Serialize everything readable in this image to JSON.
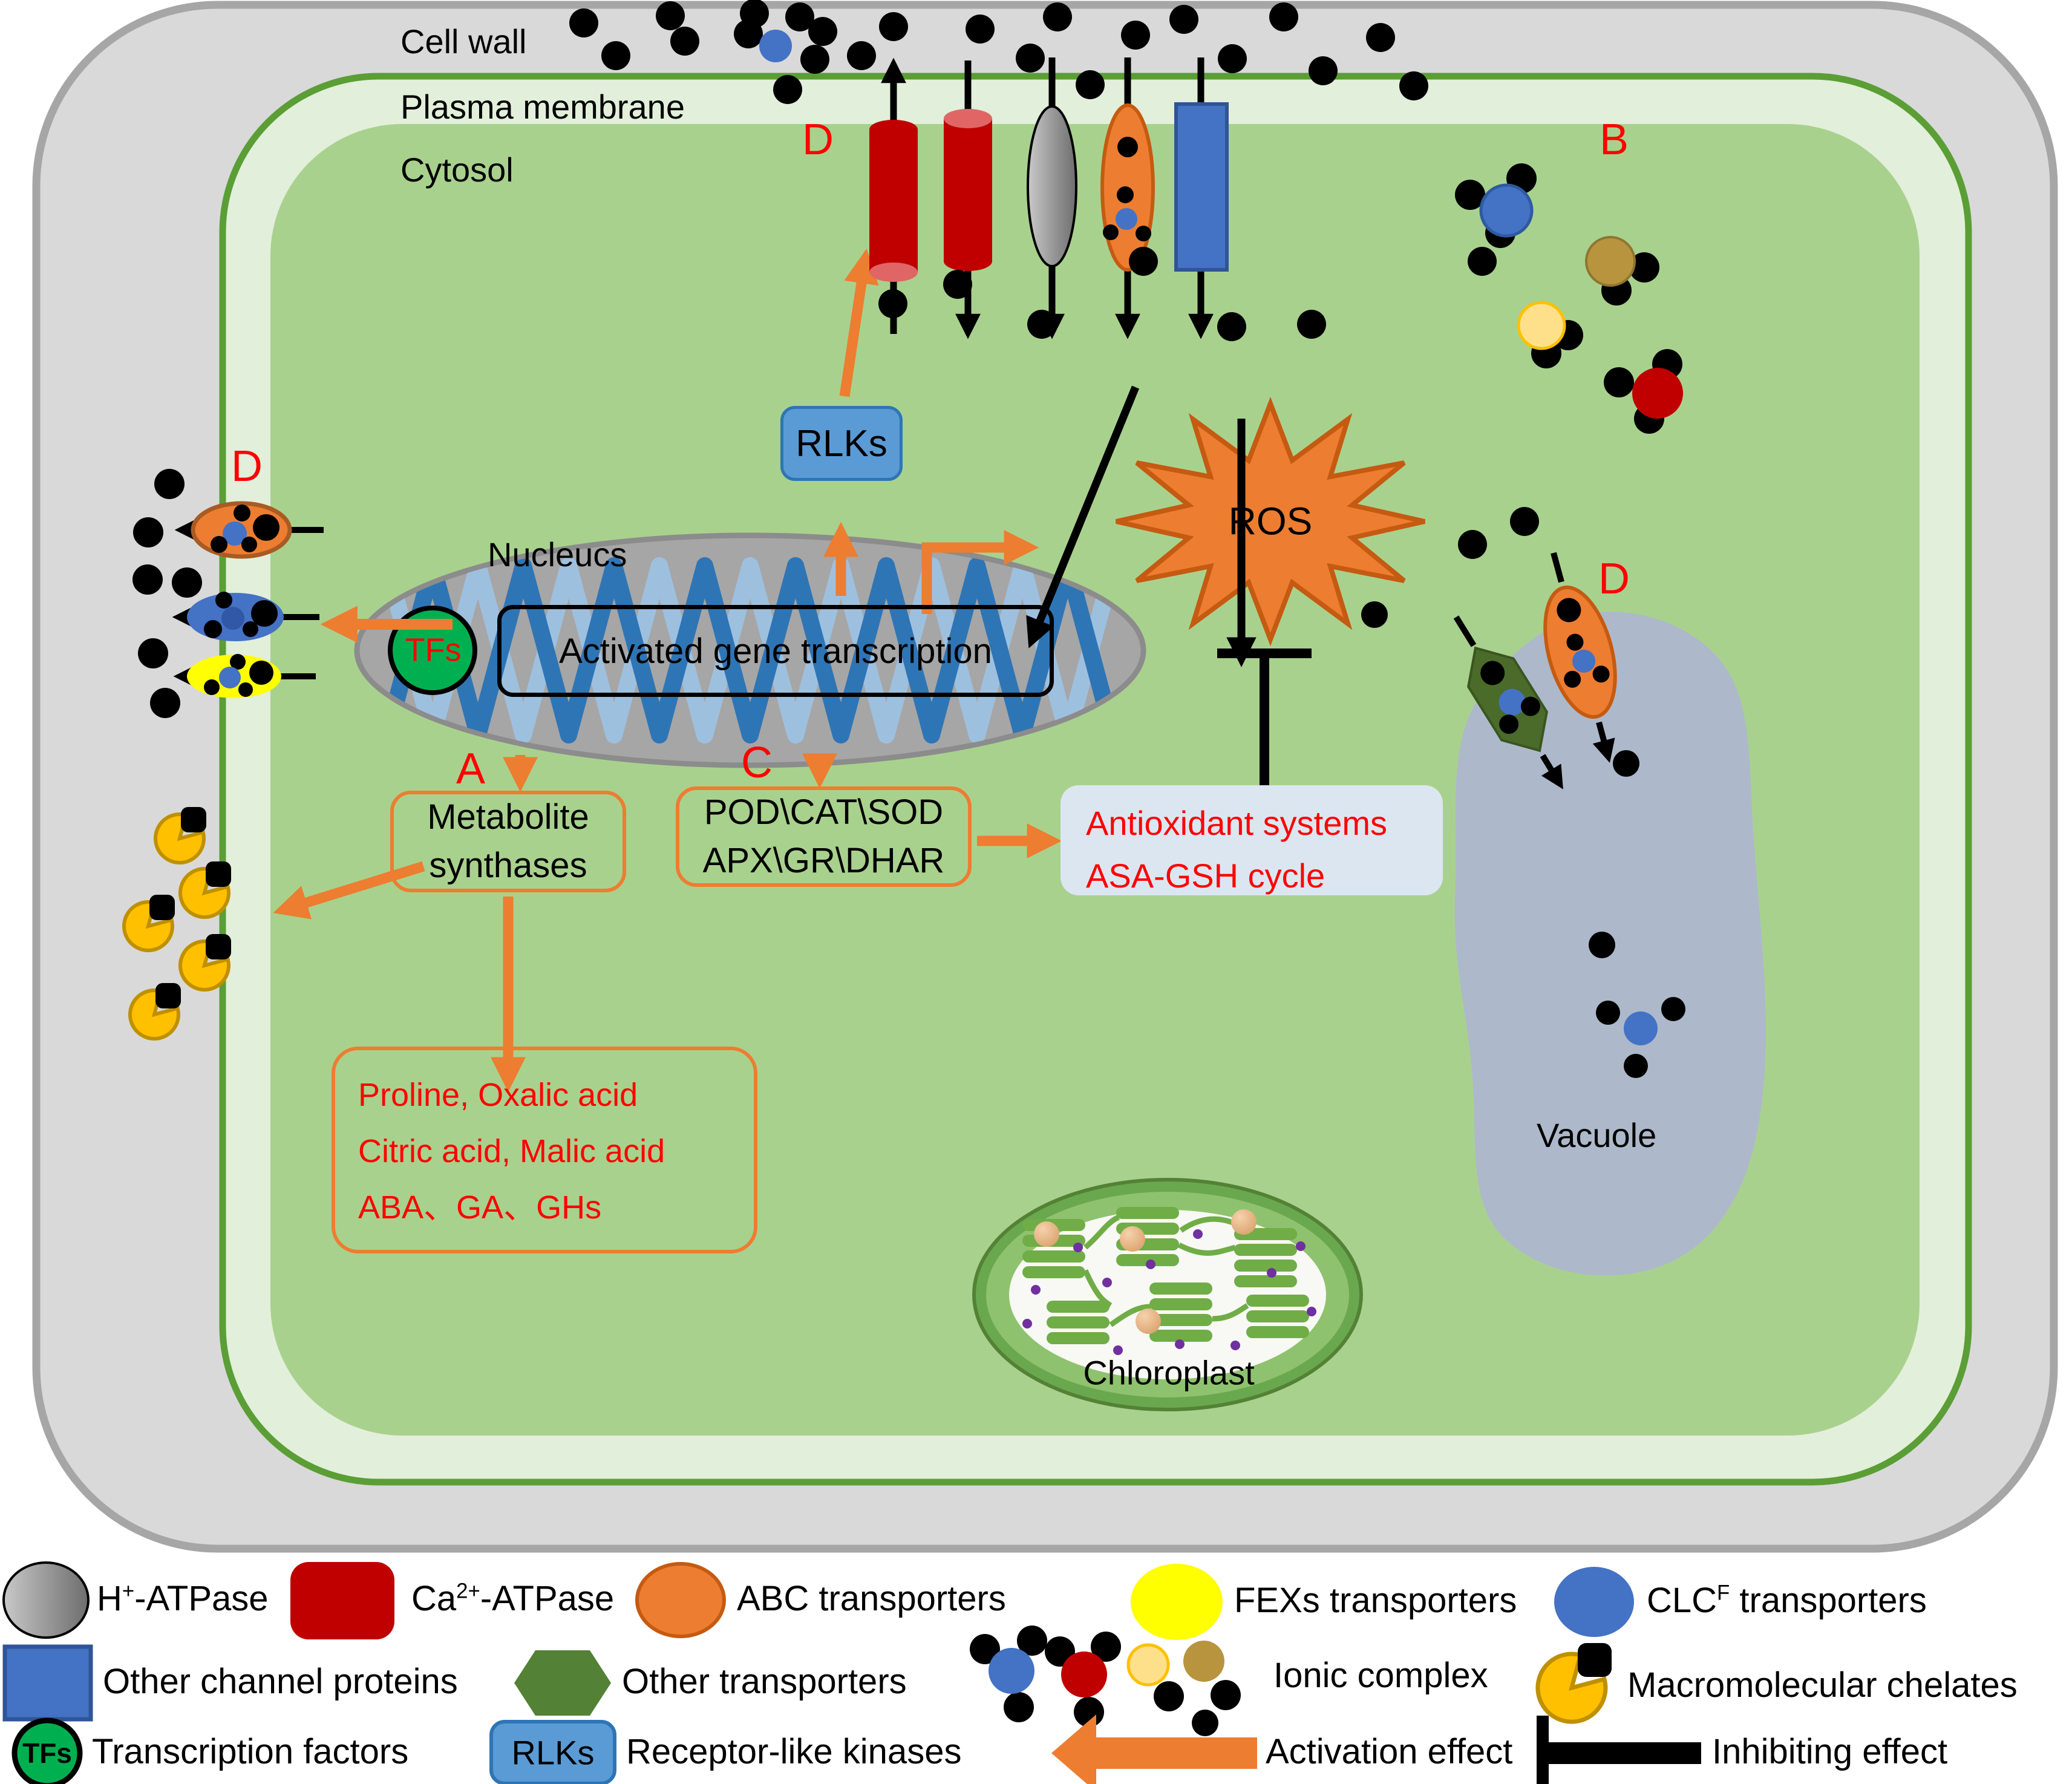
{
  "labels": {
    "cell_wall": "Cell wall",
    "plasma_membrane": "Plasma membrane",
    "cytosol": "Cytosol",
    "nucleus": "Nucleucs",
    "vacuole": "Vacuole",
    "chloroplast": "Chloroplast"
  },
  "markers": {
    "top_d": "D",
    "left_d": "D",
    "vacuole_d": "D",
    "right_b": "B",
    "box_a": "A",
    "box_c": "C"
  },
  "nodes": {
    "rlks": "RLKs",
    "tfs": "TFs",
    "ros": "ROS",
    "gene_transcription": "Activated gene transcription",
    "metabolite_synthases": [
      "Metabolite",
      "synthases"
    ],
    "enzymes": [
      "POD\\CAT\\SOD",
      "APX\\GR\\DHAR"
    ],
    "antioxidant": [
      "Antioxidant systems",
      "ASA-GSH cycle"
    ],
    "metabolites": [
      "Proline, Oxalic acid",
      "Citric acid, Malic acid",
      "ABA、GA、GHs"
    ]
  },
  "legend": {
    "h_atpase": {
      "pre": "H",
      "sup": "+",
      "post": "-ATPase"
    },
    "ca_atpase": {
      "pre": "Ca",
      "sup": "2+",
      "post": "-ATPase"
    },
    "abc": "ABC transporters",
    "fex": "FEXs transporters",
    "clc": {
      "pre": "CLC",
      "sup": "F",
      "post": " transporters"
    },
    "other_channel": "Other channel proteins",
    "other_transporters": "Other transporters",
    "ionic_complex": "Ionic complex",
    "chelates": "Macromolecular chelates",
    "tfs_icon_text": "TFs",
    "tfs_label": "Transcription factors",
    "rlks_icon_text": "RLKs",
    "rlks_label": "Receptor-like kinases",
    "activation": "Activation effect",
    "inhibiting": "Inhibiting effect"
  },
  "colors": {
    "cell_wall": "#d9d9d9",
    "plasma_membrane": "#e2efda",
    "membrane_line": "#5a9e35",
    "cytosol": "#a9d18e",
    "nucleus": "#a6a6a6",
    "vacuole": "#adb9ca",
    "orange": "#ed7d31",
    "orange_dark": "#c55a11",
    "red": "#c00000",
    "blue": "#4472c4",
    "rlks_fill": "#5b9bd5",
    "tf_green": "#00b050",
    "dark_green_hex": "#538135",
    "yellow": "#ffff00",
    "gold_chelate": "#ffc000",
    "antioxidant_bg": "#dce6f1",
    "label_red": "#ff0000",
    "chloroplast_green": "#6aa84f"
  }
}
